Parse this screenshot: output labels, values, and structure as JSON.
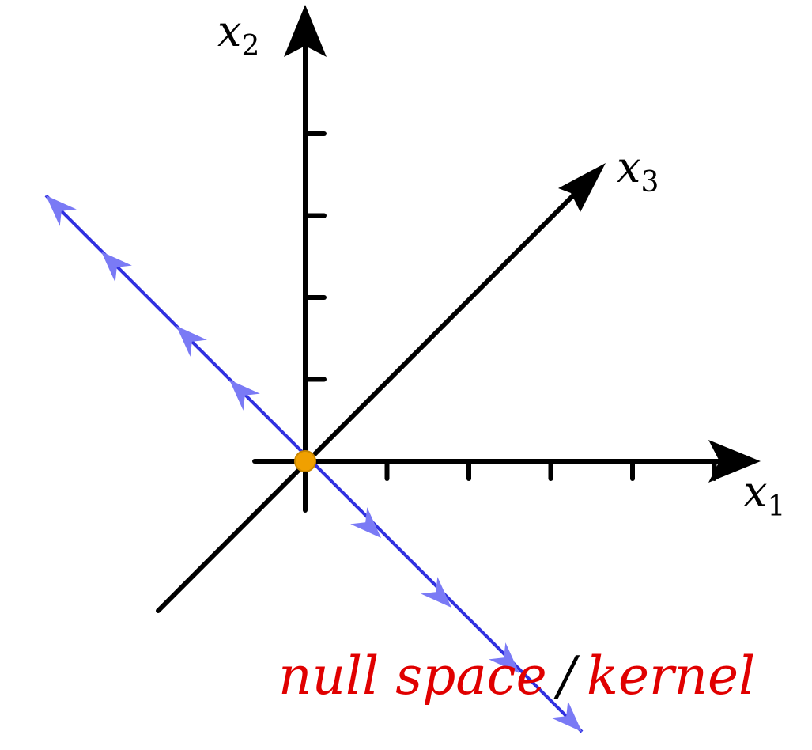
{
  "labels": {
    "x1_var": "x",
    "x1_sub": "1",
    "x2_var": "x",
    "x2_sub": "2",
    "x3_var": "x",
    "x3_sub": "3"
  },
  "caption": {
    "part1": "null space",
    "separator": "/",
    "part2": "kernel"
  },
  "colors": {
    "axes": "#000000",
    "null_space_line": "#3030e0",
    "null_space_arrows": "#7a7af5",
    "origin_point": "#f0a000",
    "caption_text": "#e00000",
    "separator": "#000000"
  },
  "ticks": {
    "x1_count": 5,
    "x2_count": 4
  }
}
